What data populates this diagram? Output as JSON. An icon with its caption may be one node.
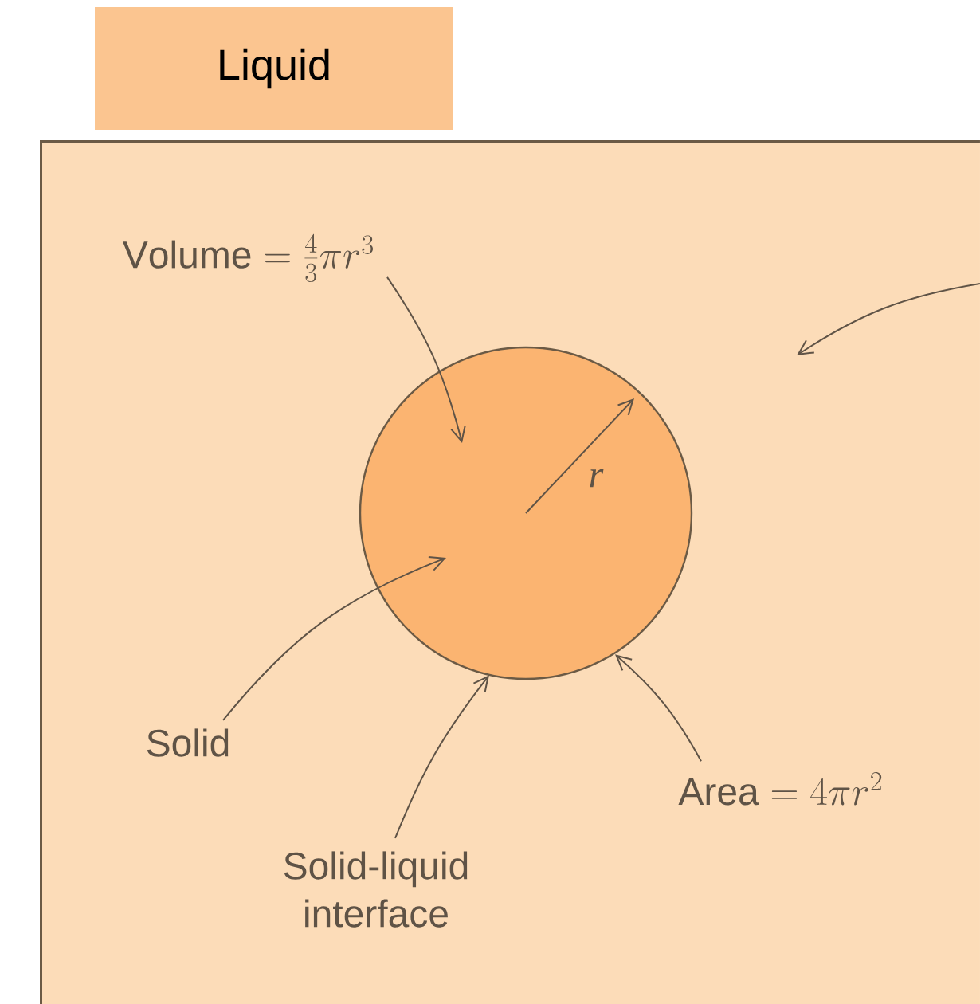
{
  "diagram": {
    "nodes": [
      {
        "text": [
          "Liquid"
        ]
      },
      {
        "text": [],
        "shape": "box"
      },
      {
        "text": [],
        "shape": "circle",
        "in": 1
      },
      {
        "text": [
          "\\mathrm{Volume} = \\frac{4}{3}\\pi r^{3}"
        ],
        "in": 1
      },
      {
        "text": [
          "Solid"
        ],
        "in": 1
      },
      {
        "text": [
          "Solid-liquid interface"
        ],
        "in": 1
      },
      {
        "text": [
          "\\mathrm{Area} = 4\\pi r^{2}"
        ],
        "in": 1
      }
    ],
    "edges": [
      {
        "from": 3,
        "to": 2,
        "arrow": "to"
      },
      {
        "from": 4,
        "to": 2,
        "arrow": "to"
      },
      {
        "from": 5,
        "to": 2,
        "arrow": "to"
      },
      {
        "from": 6,
        "to": 2,
        "arrow": "to"
      }
    ],
    "labels": [
      "r"
    ]
  }
}
